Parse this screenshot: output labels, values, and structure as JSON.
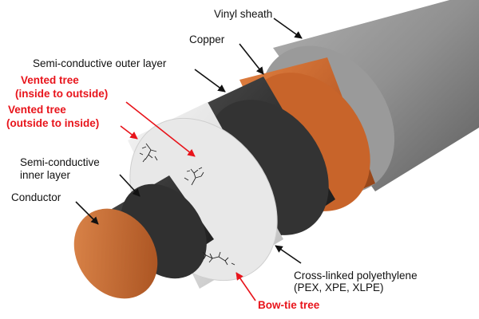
{
  "labels": {
    "vinyl_sheath": "Vinyl sheath",
    "copper": "Copper",
    "semi_outer": "Semi-conductive outer layer",
    "vented_in_out_1": "Vented tree",
    "vented_in_out_2": "(inside to outside)",
    "vented_out_in_1": "Vented tree",
    "vented_out_in_2": "(outside to inside)",
    "semi_inner_1": "Semi-conductive",
    "semi_inner_2": "inner layer",
    "conductor": "Conductor",
    "xlpe_1": "Cross-linked polyethylene",
    "xlpe_2": "(PEX, XPE, XLPE)",
    "bowtie": "Bow-tie tree"
  },
  "colors": {
    "tree_label": "#e8141b",
    "sheath": "#8a8a8a",
    "copper": "#c8642a",
    "semi": "#333333",
    "xlpe": "#e4e4e4",
    "conductor": "#c6692f"
  }
}
